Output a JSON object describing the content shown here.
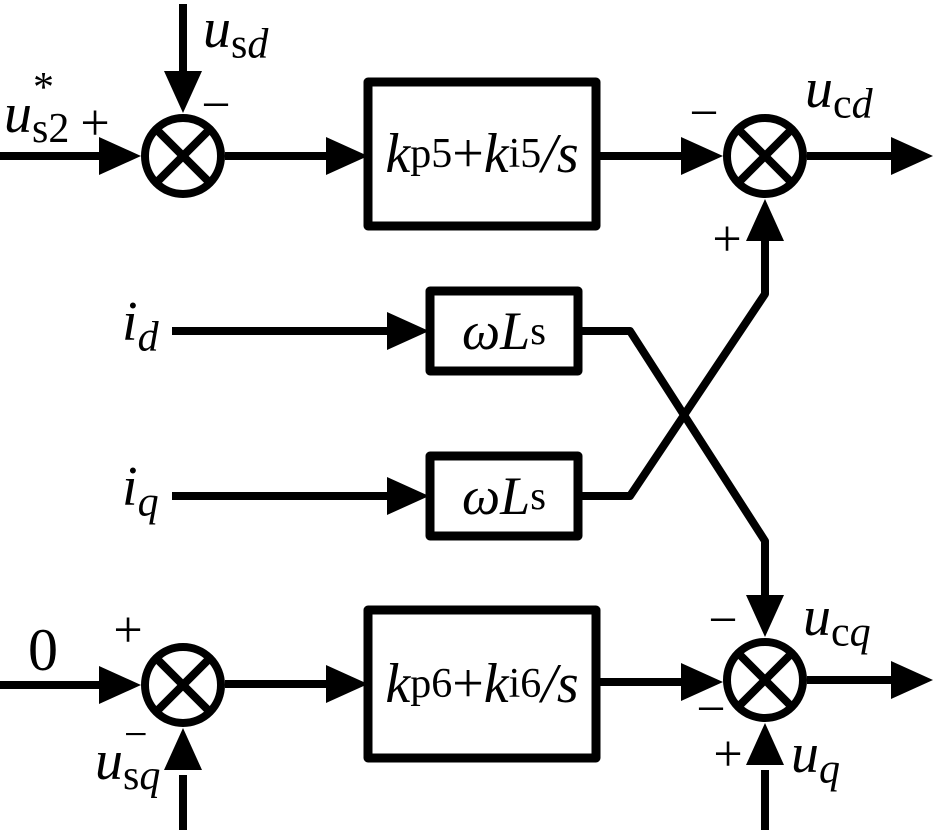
{
  "figure": {
    "title": "dq-axis voltage PI control loop block diagram",
    "blocks": {
      "pi_d": {
        "k1": "k",
        "k1_sub": "p5",
        "plus": "+",
        "k2": "k",
        "k2_sub": "i5",
        "over_s": "/s"
      },
      "pi_q": {
        "k1": "k",
        "k1_sub": "p6",
        "plus": "+",
        "k2": "k",
        "k2_sub": "i6",
        "over_s": "/s"
      },
      "coupling_d": {
        "base": "ωL",
        "sub": "s"
      },
      "coupling_q": {
        "base": "ωL",
        "sub": "s"
      }
    },
    "labels": {
      "us2_ref": {
        "base": "u",
        "sup": "*",
        "sub": "s2"
      },
      "usd": {
        "base": "u",
        "sub_rm": "s",
        "sub_it": "d"
      },
      "ucd": {
        "base": "u",
        "sub_rm": "c",
        "sub_it": "d"
      },
      "id": {
        "base": "i",
        "sub_it": "d"
      },
      "iq": {
        "base": "i",
        "sub_it": "q"
      },
      "zero": "0",
      "usq": {
        "base": "u",
        "sup": "−",
        "sub_rm": "s",
        "sub_it": "q"
      },
      "ucq": {
        "base": "u",
        "sub_rm": "c",
        "sub_it": "q"
      },
      "uq": {
        "base": "u",
        "sub_it": "q"
      }
    },
    "signs": {
      "j1_plus": "+",
      "j1_minus": "−",
      "j2_minus": "−",
      "j2_plus": "+",
      "j3_plus": "+",
      "j4_minus_top": "−",
      "j4_minus_left": "−",
      "j4_plus": "+"
    },
    "colors": {
      "ink": "#000000",
      "background": "#ffffff"
    }
  }
}
